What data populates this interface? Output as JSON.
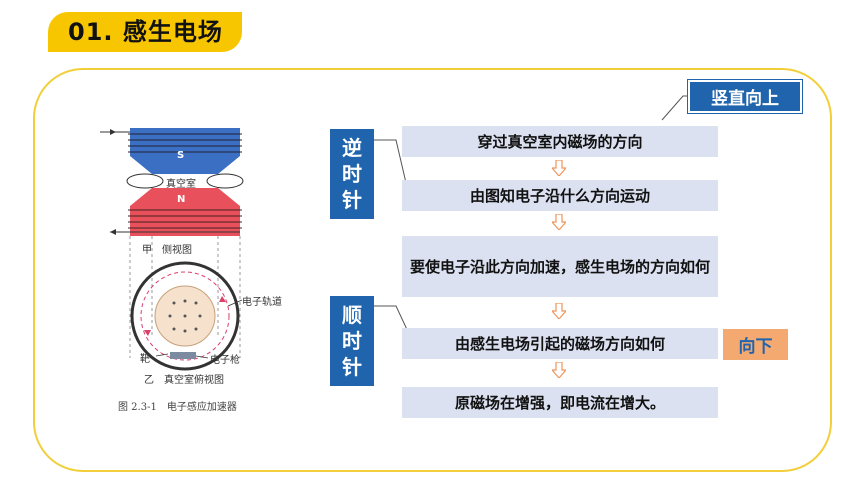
{
  "title": {
    "number": "01.",
    "text": "感生电场"
  },
  "figure": {
    "pole_s": "S",
    "pole_n": "N",
    "vacuum_label": "真空室",
    "side_caption": "甲　侧视图",
    "orbit_label": "电子轨道",
    "target_label": "靶",
    "gun_label": "电子枪",
    "top_caption": "乙　真空室俯视图",
    "figure_caption": "图 2.3-1　电子感应加速器"
  },
  "badges": {
    "counterclockwise": [
      "逆",
      "时",
      "针"
    ],
    "clockwise": [
      "顺",
      "时",
      "针"
    ]
  },
  "steps": [
    "穿过真空室内磁场的方向",
    "由图知电子沿什么方向运动",
    "要使电子沿此方向加速，感生电场的方向如何",
    "由感生电场引起的磁场方向如何",
    "原磁场在增强，即电流在增大。"
  ],
  "answers": {
    "field_direction": "竖直向上",
    "induced_field_direction": "向下"
  },
  "colors": {
    "accent_yellow": "#f7c600",
    "frame_yellow": "#f2cf3a",
    "badge_blue": "#1f64ac",
    "step_bg": "#dce1f1",
    "answer_orange": "#f4a970",
    "arrow_orange": "#f4a970"
  }
}
